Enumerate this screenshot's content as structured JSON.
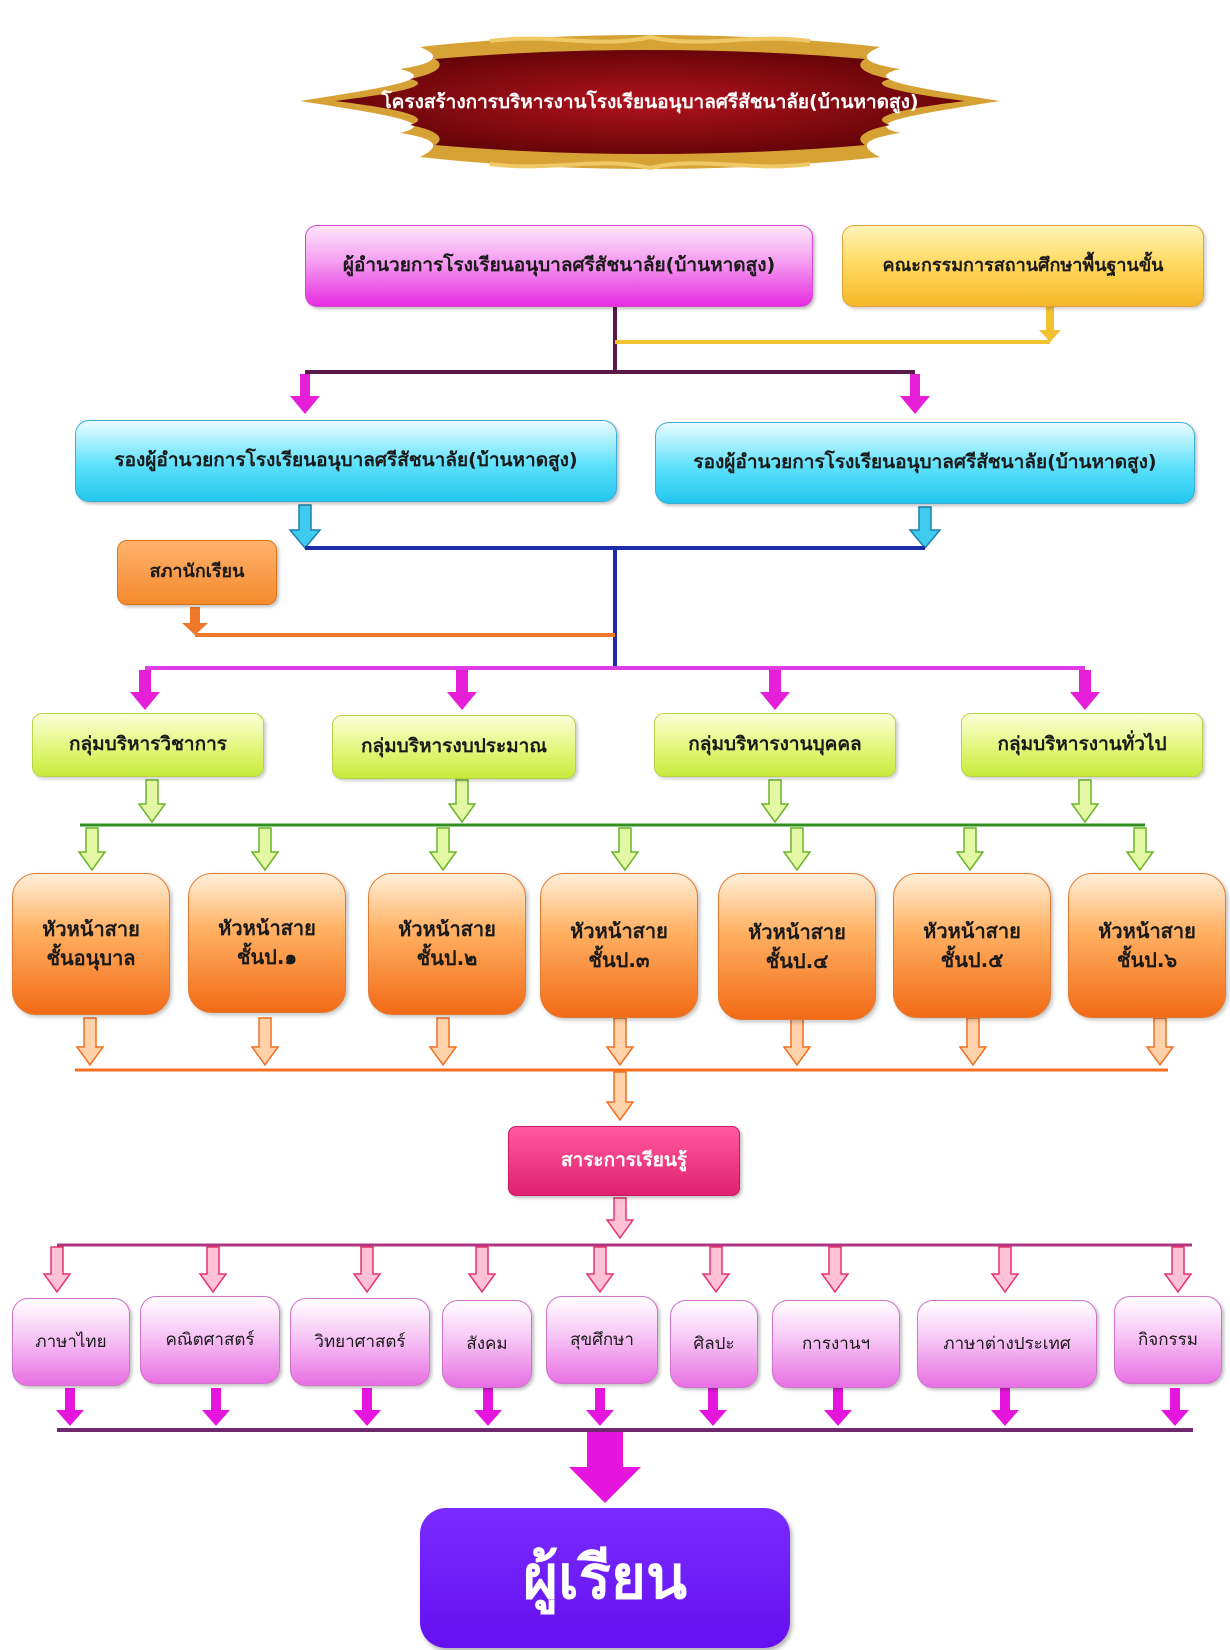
{
  "title": "โครงสร้างการบริหารงานโรงเรียนอนุบาลศรีสัชนาลัย(บ้านหาดสูง)",
  "director": "ผู้อำนวยการโรงเรียนอนุบาลศรีสัชนาลัย(บ้านหาดสูง)",
  "committee": "คณะกรรมการสถานศึกษาพื้นฐานขั้น",
  "deputies": [
    "รองผู้อำนวยการโรงเรียนอนุบาลศรีสัชนาลัย(บ้านหาดสูง)",
    "รองผู้อำนวยการโรงเรียนอนุบาลศรีสัชนาลัย(บ้านหาดสูง)"
  ],
  "student_council": "สภานักเรียน",
  "groups": [
    "กลุ่มบริหารวิชาการ",
    "กลุ่มบริหารงบประมาณ",
    "กลุ่มบริหารงานบุคคล",
    "กลุ่มบริหารงานทั่วไป"
  ],
  "heads": [
    {
      "line1": "หัวหน้าสาย",
      "line2": "ชั้นอนุบาล"
    },
    {
      "line1": "หัวหน้าสาย",
      "line2": "ชั้นป.๑"
    },
    {
      "line1": "หัวหน้าสาย",
      "line2": "ชั้นป.๒"
    },
    {
      "line1": "หัวหน้าสาย",
      "line2": "ชั้นป.๓"
    },
    {
      "line1": "หัวหน้าสาย",
      "line2": "ชั้นป.๔"
    },
    {
      "line1": "หัวหน้าสาย",
      "line2": "ชั้นป.๕"
    },
    {
      "line1": "หัวหน้าสาย",
      "line2": "ชั้นป.๖"
    }
  ],
  "learning_areas": "สาระการเรียนรู้",
  "subjects": [
    "ภาษาไทย",
    "คณิตศาสตร์",
    "วิทยาศาสตร์",
    "สังคม",
    "สุขศึกษา",
    "ศิลปะ",
    "การงานฯ",
    "ภาษาต่างประเทศ",
    "กิจกรรม"
  ],
  "learner": "ผู้เรียน",
  "colors": {
    "director_line": "#5a1a48",
    "committee_line": "#f3c233",
    "deputy_arrow": "#e51ed8",
    "deputy_line": "#1e2ca8",
    "cyan_arrow": "#3fcbef",
    "council_line": "#f0782a",
    "group_line": "#e03ce6",
    "group_arrow": "#e51ed8",
    "green_line": "#2f8f1f",
    "green_arrow": "#9bdc3a",
    "orange_arrow": "#f26f21",
    "subject_line": "#b0357f",
    "red_arrow": "#e5356a",
    "bottom_line": "#6f2a6e",
    "magenta_arrow": "#e615de"
  }
}
